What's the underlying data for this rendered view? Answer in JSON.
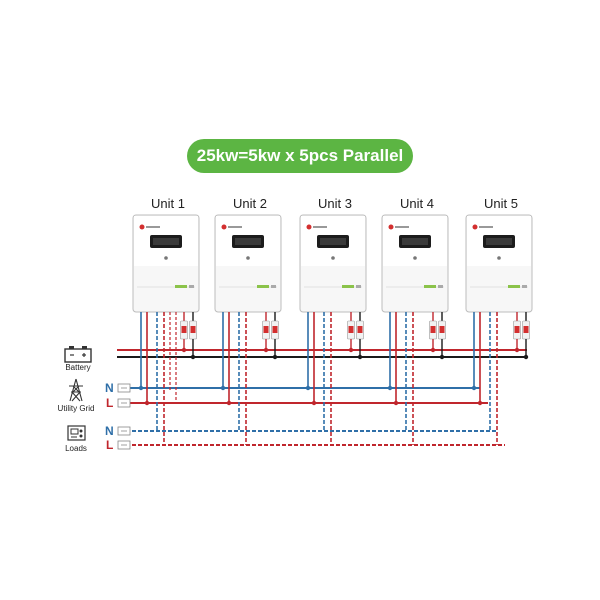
{
  "title": "25kw=5kw x 5pcs Parallel",
  "units": [
    {
      "label": "Unit 1"
    },
    {
      "label": "Unit 2"
    },
    {
      "label": "Unit 3"
    },
    {
      "label": "Unit 4"
    },
    {
      "label": "Unit 5"
    }
  ],
  "sources": {
    "battery": "Battery",
    "grid": "Utility Grid",
    "loads": "Loads"
  },
  "lines": {
    "grid_neutral": "N",
    "grid_live": "L",
    "load_neutral": "N",
    "load_live": "L"
  },
  "colors": {
    "banner": "#5cb543",
    "neutral": "#2f6fa8",
    "live": "#c0262d",
    "battery_negative": "#1a1a1a",
    "breaker": "#d32f2f"
  },
  "icons": [
    "battery-icon",
    "utility-tower-icon",
    "loads-icon",
    "inverter-unit"
  ]
}
